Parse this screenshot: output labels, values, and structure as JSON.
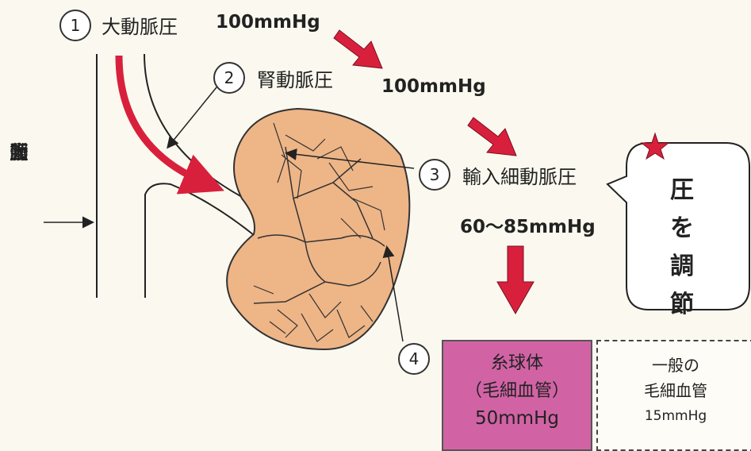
{
  "labels": {
    "step1_num": "1",
    "aorta_pressure": "大動脈圧",
    "aorta_value": "100mmHg",
    "step2_num": "2",
    "renal_pressure": "腎動脈圧",
    "renal_value": "100mmHg",
    "step3_num": "3",
    "afferent_pressure": "輸入細動脈圧",
    "afferent_value": "60〜85mmHg",
    "step4_num": "4",
    "abdominal_aorta": [
      "腹",
      "部",
      "大",
      "動",
      "脈"
    ],
    "regulate": [
      "圧",
      "を",
      "調",
      "節"
    ]
  },
  "glomerulus_box": {
    "line1": "糸球体",
    "line2": "（毛細血管）",
    "line3": "50mmHg"
  },
  "capillary_box": {
    "line1": "一般の",
    "line2": "毛細血管",
    "line3": "15mmHg"
  },
  "colors": {
    "kidney_fill": "#eeb587",
    "arrow_red": "#d8203c",
    "glomerulus_box": "#d163a5",
    "star": "#d8203c"
  }
}
